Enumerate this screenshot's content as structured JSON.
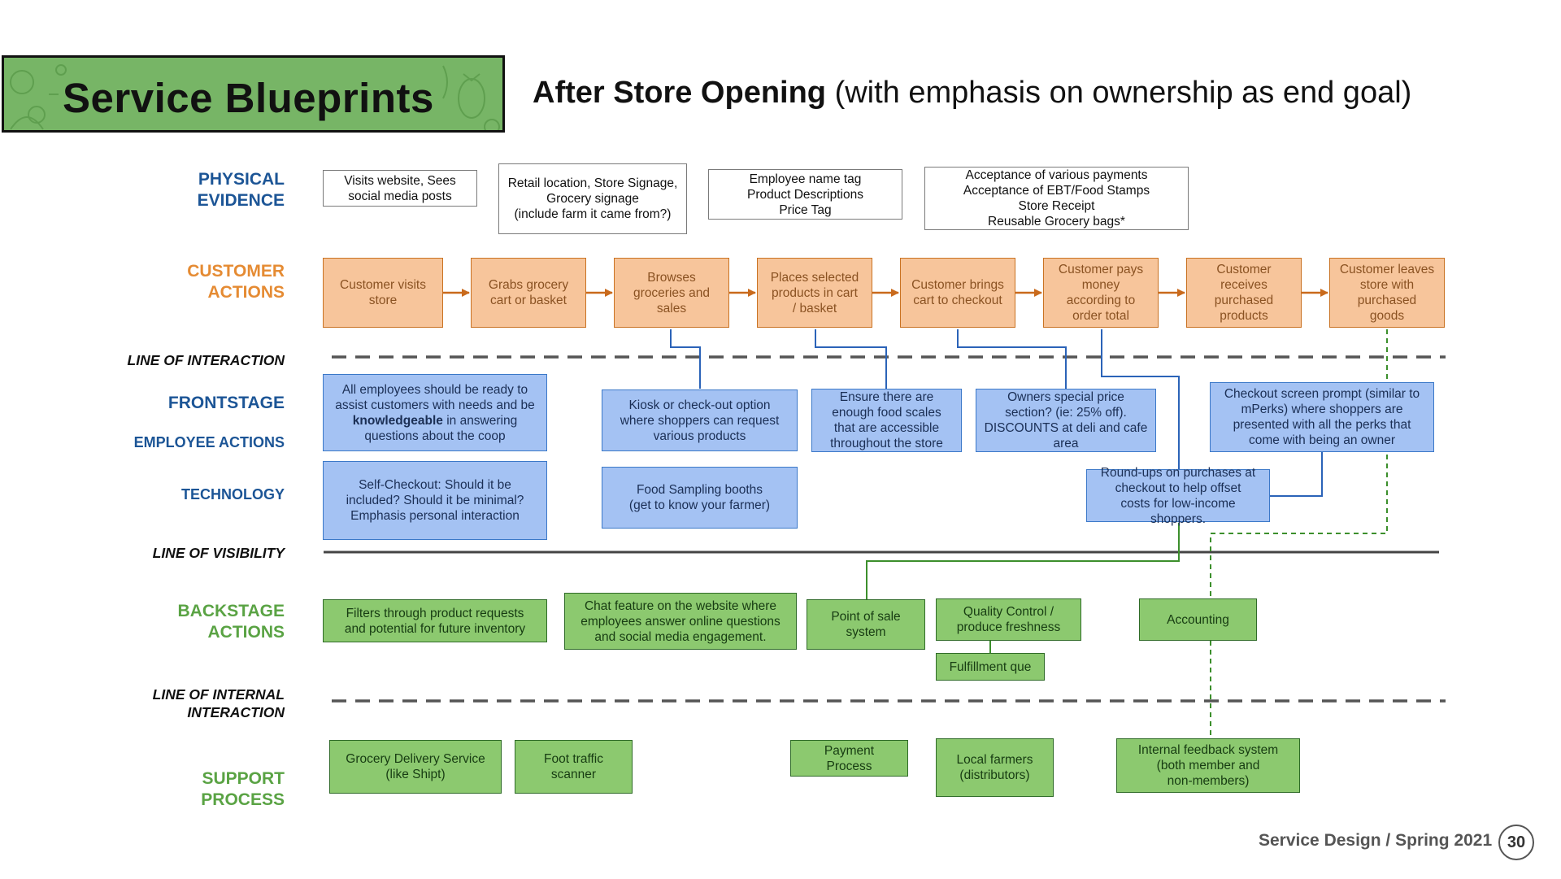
{
  "header": {
    "title": "Service Blueprints",
    "subtitle_bold": "After Store Opening",
    "subtitle_rest": " (with emphasis on ownership as end goal)"
  },
  "labels": {
    "physical_evidence": [
      "PHYSICAL",
      "EVIDENCE"
    ],
    "customer_actions": [
      "CUSTOMER",
      "ACTIONS"
    ],
    "line_of_interaction": "LINE OF INTERACTION",
    "frontstage": "FRONTSTAGE",
    "employee_actions": "EMPLOYEE ACTIONS",
    "technology": "TECHNOLOGY",
    "line_of_visibility": "LINE OF VISIBILITY",
    "backstage_actions": [
      "BACKSTAGE",
      "ACTIONS"
    ],
    "line_of_internal_interaction": [
      "LINE OF INTERNAL",
      "INTERACTION"
    ],
    "support_process": [
      "SUPPORT",
      "PROCESS"
    ]
  },
  "physical_evidence": [
    [
      "Visits website, Sees",
      "social media posts"
    ],
    [
      "Retail location, Store Signage,",
      "Grocery signage",
      "(include farm it came from?)"
    ],
    [
      "Employee name tag",
      "Product Descriptions",
      "Price Tag"
    ],
    [
      "Acceptance of various payments",
      "Acceptance of EBT/Food Stamps",
      "Store Receipt",
      "Reusable Grocery bags*"
    ]
  ],
  "customer_actions": [
    [
      "Customer visits",
      "store"
    ],
    [
      "Grabs grocery",
      "cart or basket"
    ],
    [
      "Browses",
      "groceries and",
      "sales"
    ],
    [
      "Places selected",
      "products in cart",
      "/ basket"
    ],
    [
      "Customer brings",
      "cart to checkout"
    ],
    [
      "Customer pays",
      "money",
      "according to",
      "order total"
    ],
    [
      "Customer",
      "receives",
      "purchased",
      "products"
    ],
    [
      "Customer leaves",
      "store with",
      "purchased",
      "goods"
    ]
  ],
  "frontstage": {
    "employees_ready": {
      "before": "All employees should be ready to assist customers with needs and be ",
      "bold": "knowledgeable",
      "after": " in answering questions about the coop"
    },
    "kiosk": [
      "Kiosk or check-out option",
      "where shoppers can request",
      "various products"
    ],
    "food_scales": [
      "Ensure there are",
      "enough food scales",
      "that are accessible",
      "throughout the store"
    ],
    "owners_price": [
      "Owners special price",
      "section? (ie: 25% off).",
      "DISCOUNTS at deli and cafe",
      "area"
    ],
    "checkout_prompt": [
      "Checkout screen prompt (similar to",
      "mPerks) where shoppers are",
      "presented with all the perks that",
      "come with being an owner"
    ],
    "self_checkout": [
      "Self-Checkout: Should it be",
      "included? Should it be minimal?",
      "Emphasis personal interaction"
    ],
    "food_sampling": [
      "Food Sampling booths",
      "(get to know your farmer)"
    ],
    "round_ups": [
      "Round-ups on purchases at",
      "checkout to help offset",
      "costs for low-income",
      "shoppers."
    ]
  },
  "backstage": [
    [
      "Filters through product requests",
      "and potential for future inventory"
    ],
    [
      "Chat feature on the website where",
      "employees answer online questions",
      "and social media engagement."
    ],
    [
      "Point of sale",
      "system"
    ],
    [
      "Quality Control /",
      "produce freshness"
    ],
    [
      "Fulfillment que"
    ],
    [
      "Accounting"
    ]
  ],
  "support": [
    [
      "Grocery Delivery Service",
      "(like Shipt)"
    ],
    [
      "Foot traffic",
      "scanner"
    ],
    [
      "Payment",
      "Process"
    ],
    [
      "Local farmers",
      "(distributors)"
    ],
    [
      "Internal feedback system",
      "(both member and",
      "non-members)"
    ]
  ],
  "footer": {
    "course": "Service Design / Spring 2021",
    "page": "30"
  },
  "colors": {
    "title_green": "#77b566",
    "label_blue": "#1c5596",
    "label_orange": "#e58b33",
    "label_green": "#5aa344",
    "action_fill": "#f7c59b",
    "frontstage_fill": "#a4c2f3",
    "backstage_fill": "#8cc96f",
    "arrow": "#c96a1c",
    "connector_blue": "#2b63b8",
    "connector_green": "#3c8f2c"
  }
}
